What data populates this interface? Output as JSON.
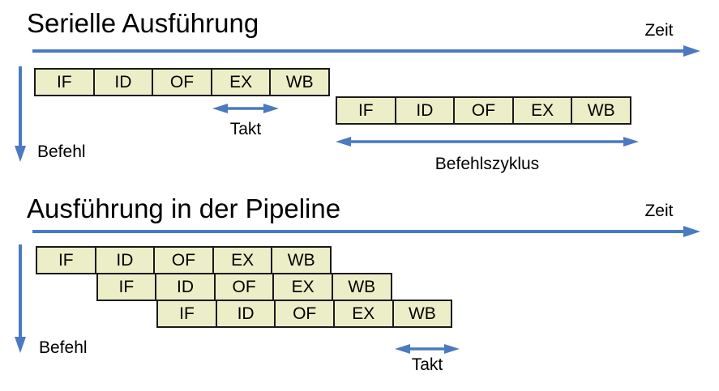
{
  "colors": {
    "box_fill": "#ECEEC8",
    "box_border": "#1A1A1A",
    "arrow_blue": "#4A7AC0",
    "text_color": "#000000",
    "bg": "#FFFFFF"
  },
  "serial": {
    "title": "Serielle Ausführung",
    "zeit_label": "Zeit",
    "befehl_label": "Befehl",
    "takt_label": "Takt",
    "befehlszyklus_label": "Befehlszyklus",
    "rows": [
      {
        "cells": [
          "IF",
          "ID",
          "OF",
          "EX",
          "WB"
        ]
      },
      {
        "cells": [
          "IF",
          "ID",
          "OF",
          "EX",
          "WB"
        ]
      }
    ]
  },
  "pipeline": {
    "title": "Ausführung in der Pipeline",
    "zeit_label": "Zeit",
    "befehl_label": "Befehl",
    "takt_label": "Takt",
    "rows": [
      {
        "cells": [
          "IF",
          "ID",
          "OF",
          "EX",
          "WB"
        ]
      },
      {
        "cells": [
          "IF",
          "ID",
          "OF",
          "EX",
          "WB"
        ]
      },
      {
        "cells": [
          "IF",
          "ID",
          "OF",
          "EX",
          "WB"
        ]
      }
    ]
  }
}
